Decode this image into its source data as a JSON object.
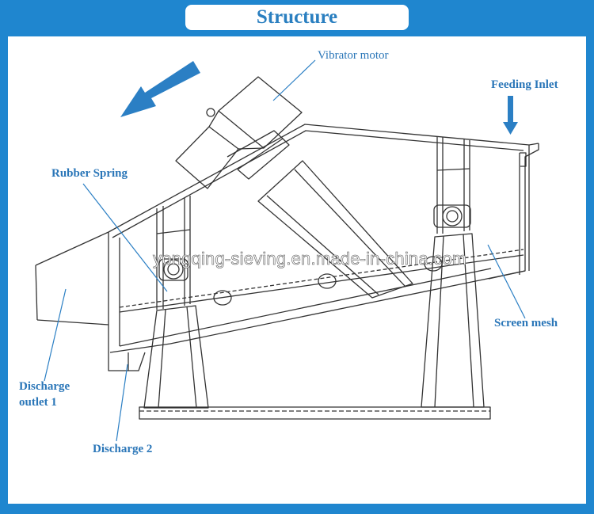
{
  "header": {
    "title": "Structure"
  },
  "labels": {
    "vibrator_motor": "Vibrator motor",
    "feeding_inlet": "Feeding Inlet",
    "rubber_spring": "Rubber Spring",
    "screen_mesh": "Screen mesh",
    "discharge_outlet_1_line1": "Discharge",
    "discharge_outlet_1_line2": "outlet 1",
    "discharge_2": "Discharge 2"
  },
  "watermark": "yongqing-sieving.en.made-in-china.com",
  "colors": {
    "background": "#1f86cf",
    "panel": "#ffffff",
    "accent": "#2a7fc0",
    "line": "#333333"
  }
}
